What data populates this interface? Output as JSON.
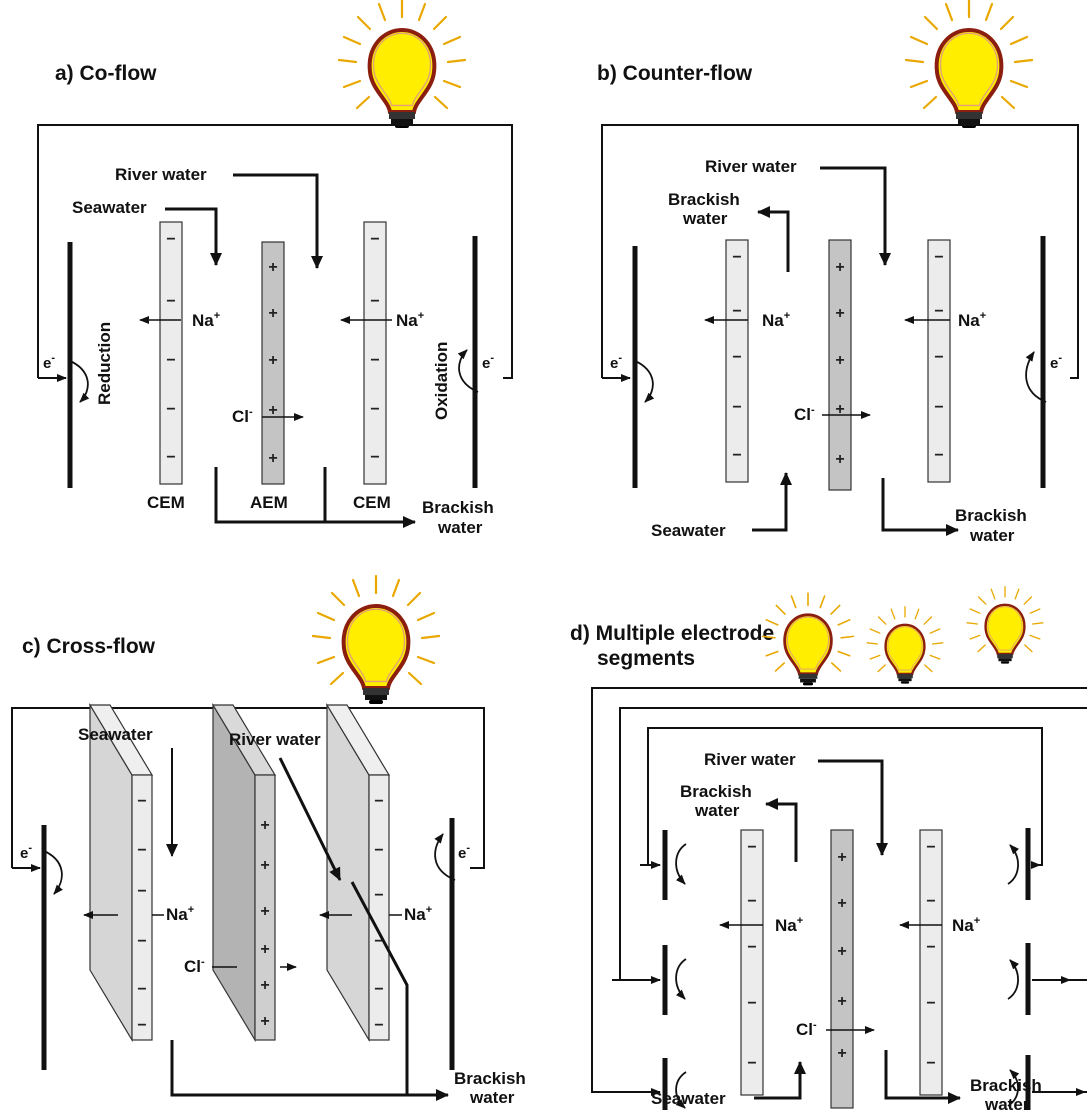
{
  "panels": {
    "a": {
      "title": "a) Co-flow",
      "river": "River water",
      "seawater": "Seawater",
      "na1": "Na",
      "na2": "Na",
      "na_sup": "+",
      "cl": "Cl",
      "cl_sup": "-",
      "e_left": "e",
      "e_right": "e",
      "e_sup": "-",
      "reduction": "Reduction",
      "oxidation": "Oxidation",
      "cem1": "CEM",
      "aem": "AEM",
      "cem2": "CEM",
      "brackish_1": "Brackish",
      "brackish_2": "water"
    },
    "b": {
      "title": "b) Counter-flow",
      "river": "River water",
      "brackish_top_1": "Brackish",
      "brackish_top_2": "water",
      "seawater": "Seawater",
      "na1": "Na",
      "na2": "Na",
      "na_sup": "+",
      "cl": "Cl",
      "cl_sup": "-",
      "e_left": "e",
      "e_right": "e",
      "e_sup": "-",
      "brackish_1": "Brackish",
      "brackish_2": "water"
    },
    "c": {
      "title": "c) Cross-flow",
      "seawater": "Seawater",
      "river": "River water",
      "na1": "Na",
      "na2": "Na",
      "na_sup": "+",
      "cl": "Cl",
      "cl_sup": "-",
      "e_left": "e",
      "e_right": "e",
      "e_sup": "-",
      "brackish_1": "Brackish",
      "brackish_2": "water"
    },
    "d": {
      "title_1": "d) Multiple electrode",
      "title_2": "segments",
      "river": "River water",
      "brackish_top_1": "Brackish",
      "brackish_top_2": "water",
      "seawater": "Seawater",
      "na1": "Na",
      "na2": "Na",
      "na_sup": "+",
      "cl": "Cl",
      "cl_sup": "-",
      "brackish_1": "Brackish",
      "brackish_2": "water"
    }
  },
  "signs": {
    "minus": "−",
    "plus": "+"
  },
  "colors": {
    "cem_fill": "#ececec",
    "aem_fill": "#c4c4c4",
    "bulb_glass": "#ffee00",
    "bulb_outline": "#8b1e0e",
    "bulb_rays": "#e9a800"
  }
}
